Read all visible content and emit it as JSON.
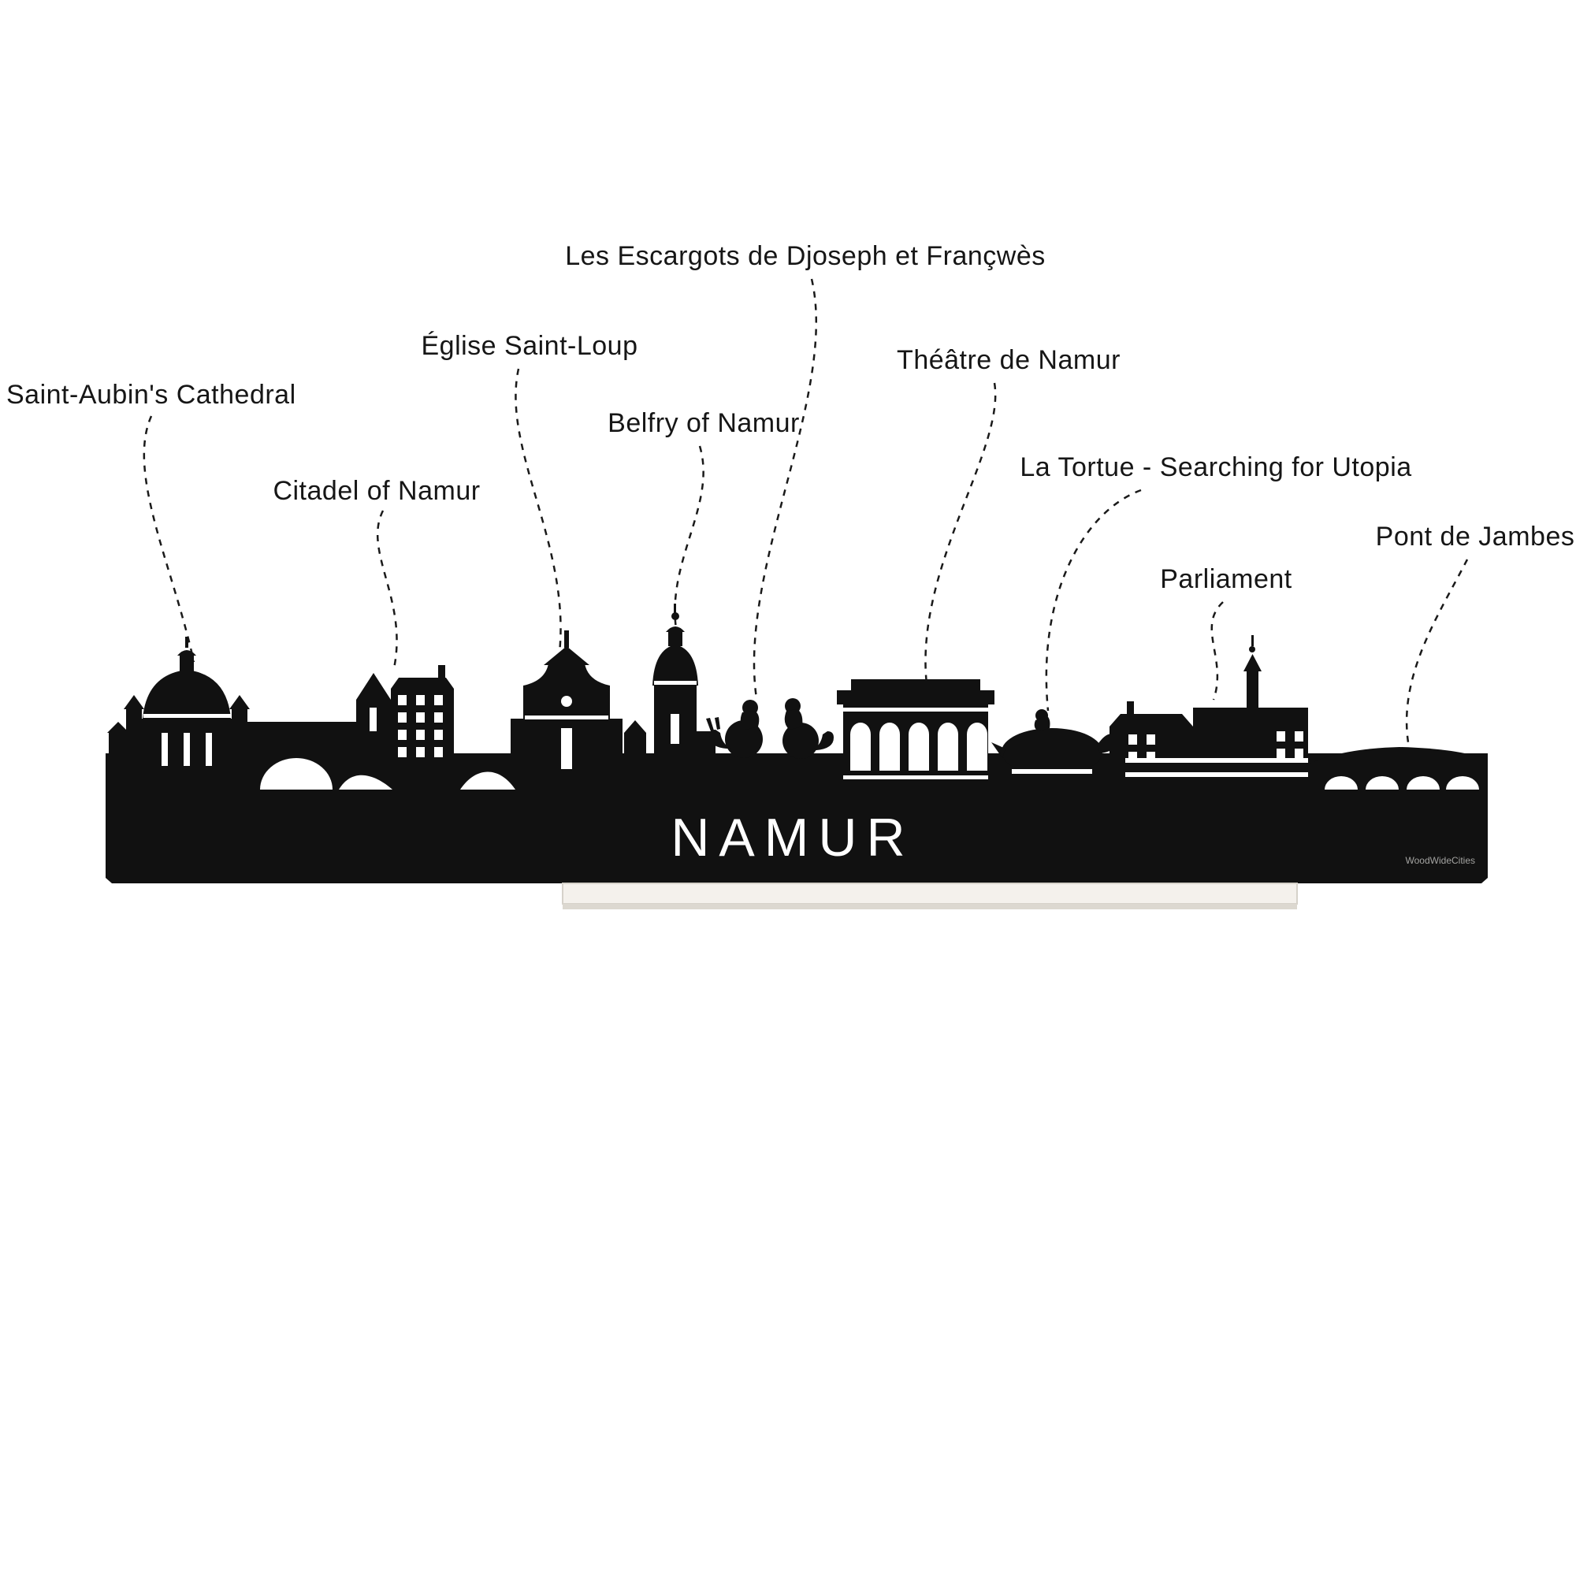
{
  "page": {
    "background": "#ffffff"
  },
  "product": {
    "city_name": "NAMUR",
    "watermark": "WoodWideCities",
    "colors": {
      "silhouette": "#111111",
      "label_text": "#1a1a1a",
      "stand": "#f4f1ec",
      "stand_border": "#d6d2ca",
      "cutout": "#ffffff"
    }
  },
  "labels": [
    {
      "id": "saint-aubins-cathedral",
      "text": "Saint-Aubin's Cathedral"
    },
    {
      "id": "citadel-of-namur",
      "text": "Citadel of Namur"
    },
    {
      "id": "eglise-saint-loup",
      "text": "Église Saint-Loup"
    },
    {
      "id": "belfry-of-namur",
      "text": "Belfry of Namur"
    },
    {
      "id": "les-escargots",
      "text": "Les Escargots de Djoseph et Françwès"
    },
    {
      "id": "theatre-de-namur",
      "text": "Théâtre de Namur"
    },
    {
      "id": "la-tortue",
      "text": "La Tortue - Searching for Utopia"
    },
    {
      "id": "parliament",
      "text": "Parliament"
    },
    {
      "id": "pont-de-jambes",
      "text": "Pont de Jambes"
    }
  ]
}
